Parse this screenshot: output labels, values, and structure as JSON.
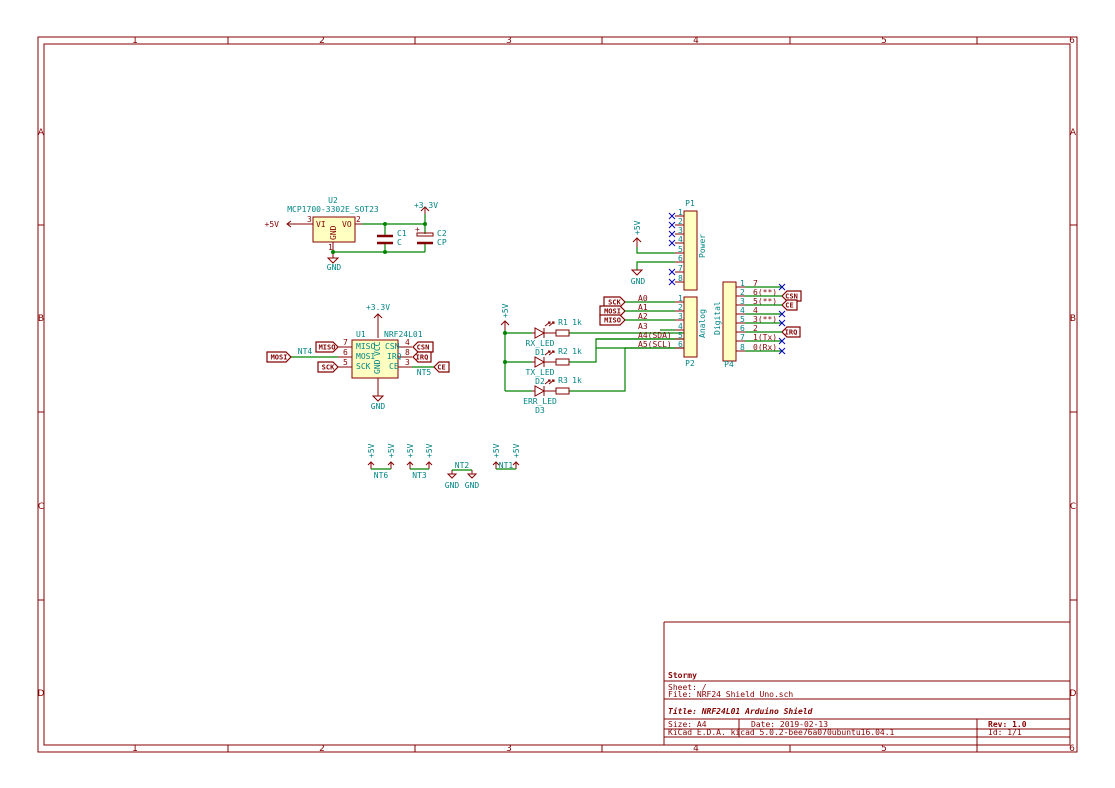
{
  "frame": {
    "columns": [
      "1",
      "2",
      "3",
      "4",
      "5",
      "6"
    ],
    "rows": [
      "A",
      "B",
      "C",
      "D"
    ]
  },
  "u2": {
    "ref": "U2",
    "value": "MCP1700-3302E_SOT23",
    "pin_vi": "VI",
    "pin_vo": "VO",
    "pin_gnd": "GND",
    "pin3": "3",
    "pin2": "2",
    "pin1": "1",
    "in_power": "+5V",
    "gnd": "GND",
    "out_power": "+3.3V"
  },
  "c1": {
    "ref": "C1",
    "value": "C"
  },
  "c2": {
    "ref": "C2",
    "value": "CP"
  },
  "u1": {
    "ref": "U1",
    "value": "NRF24L01",
    "power": "+3.3V",
    "gnd": "GND",
    "pins": {
      "miso": "MISO",
      "mosi": "MOSI",
      "sck": "SCK",
      "csn": "CSN",
      "irq": "IRQ",
      "ce": "CE",
      "vcc": "VCC",
      "gnd": "GND"
    },
    "pin_nums": {
      "miso": "7",
      "mosi": "6",
      "sck": "5",
      "csn": "4",
      "irq": "8",
      "ce": "3",
      "vcc": "2",
      "gnd": "1"
    },
    "labels": {
      "miso": "MISO",
      "mosi": "MOSI",
      "sck": "SCK",
      "csn": "CSN",
      "irq": "IRQ",
      "ce": "CE"
    },
    "net_nt4": "NT4",
    "net_nt5": "NT5"
  },
  "p1": {
    "ref": "P1",
    "value": "Power",
    "pins": [
      "1",
      "2",
      "3",
      "4",
      "5",
      "6",
      "7",
      "8"
    ],
    "power": "+5V",
    "gnd": "GND"
  },
  "p2": {
    "ref": "P2",
    "value": "Analog",
    "pins": [
      "1",
      "2",
      "3",
      "4",
      "5",
      "6"
    ],
    "signals": [
      "A0",
      "A1",
      "A2",
      "A3",
      "A4(SDA)",
      "A5(SCL)"
    ],
    "labels": [
      "SCK",
      "MOSI",
      "MISO"
    ]
  },
  "p4": {
    "ref": "P4",
    "value": "Digital",
    "pins": [
      "1",
      "2",
      "3",
      "4",
      "5",
      "6",
      "7",
      "8"
    ],
    "signals": [
      "7",
      "6(**)",
      "5(**)",
      "4",
      "3(**)",
      "2",
      "1(Tx)",
      "0(Rx)"
    ],
    "labels": {
      "csn": "CSN",
      "ce": "CE",
      "irq": "IRQ"
    }
  },
  "leds": {
    "power": "+5V",
    "rows": [
      {
        "led": "RX_LED",
        "dref": "D1",
        "rref": "R1",
        "rval": "1k"
      },
      {
        "led": "TX_LED",
        "dref": "D2",
        "rref": "R2",
        "rval": "1k"
      },
      {
        "led": "ERR_LED",
        "dref": "D3",
        "rref": "R3",
        "rval": "1k"
      }
    ]
  },
  "flags": {
    "nt6": "NT6",
    "nt3": "NT3",
    "nt2": "NT2",
    "nt1": "NT1",
    "p5v": "+5V",
    "gnd": "GND"
  },
  "title_block": {
    "company": "Stormy",
    "sheet": "Sheet: /",
    "file": "File: NRF24_Shield_Uno.sch",
    "title": "Title: NRF24L01 Arduino Shield",
    "size": "Size: A4",
    "date": "Date: 2019-02-13",
    "rev": "Rev: 1.0",
    "tool": "KiCad E.D.A.  kicad 5.0.2-bee76a070ubuntu16.04.1",
    "id": "Id: 1/1"
  },
  "colors": {
    "frame": "#840000",
    "wire": "#008400",
    "text": "#008484",
    "body": "#ffffc2",
    "noconnect": "#0000c8"
  }
}
